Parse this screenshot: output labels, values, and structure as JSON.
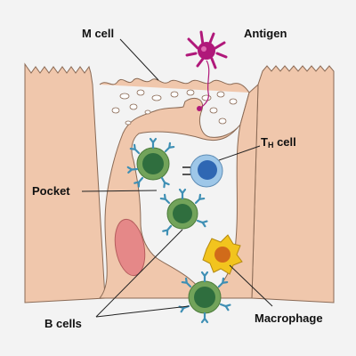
{
  "diagram": {
    "title": "",
    "labels": {
      "m_cell": "M cell",
      "antigen": "Antigen",
      "th_main": "T",
      "th_sub": "H",
      "th_suffix": " cell",
      "pocket": "Pocket",
      "b_cells": "B cells",
      "macrophage": "Macrophage"
    },
    "colors": {
      "background": "#f3f3f3",
      "cell_tissue": "#f0c7ac",
      "cell_outline": "#8a6a55",
      "antigen": "#b0187a",
      "b_cell_outer": "#72a35a",
      "b_cell_nucleus": "#2f6e3e",
      "antibody": "#3e8fb4",
      "t_cell_outer": "#9ec7e8",
      "t_cell_nucleus": "#2f67b3",
      "macrophage_outer": "#f2c41e",
      "macrophage_nucleus": "#d16b1a",
      "red_blood_cell": "#e58888"
    }
  }
}
